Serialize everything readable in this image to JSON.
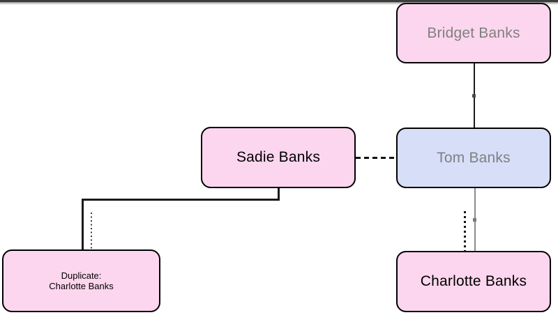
{
  "diagram": {
    "kind": "family-tree-chart",
    "surname": "Banks",
    "colors": {
      "node_pink": "#fcd6ee",
      "node_blue": "#d7def8",
      "node_border": "#000000",
      "text_gray": "#808080",
      "text_black": "#000000",
      "edge_black": "#1a1a1a",
      "edge_gray": "#8a8a8a",
      "topbar": "#3c3c3c"
    },
    "nodes": {
      "bridget": {
        "label": "Bridget Banks",
        "fill": "pink",
        "text_color": "gray"
      },
      "sadie": {
        "label": "Sadie Banks",
        "fill": "pink",
        "text_color": "black"
      },
      "tom": {
        "label": "Tom Banks",
        "fill": "blue",
        "text_color": "gray"
      },
      "duplicate": {
        "label_line1": "Duplicate:",
        "label_line2": "Charlotte Banks",
        "fill": "pink",
        "text_color": "black"
      },
      "charlotte": {
        "label": "Charlotte Banks",
        "fill": "pink",
        "text_color": "black"
      }
    },
    "edges": [
      {
        "from": "bridget",
        "to": "tom",
        "style": "solid-black-vertical"
      },
      {
        "from": "sadie",
        "to": "tom",
        "style": "dashed-black-horizontal"
      },
      {
        "from": "sadie",
        "to": "duplicate",
        "style": "solid-black-elbow"
      },
      {
        "from": "sadie",
        "to": "duplicate",
        "style": "dotted-black-vertical"
      },
      {
        "from": "tom",
        "to": "charlotte",
        "style": "solid-gray-vertical"
      },
      {
        "from": "tom",
        "to": "charlotte",
        "style": "dotted-black-vertical"
      }
    ]
  }
}
